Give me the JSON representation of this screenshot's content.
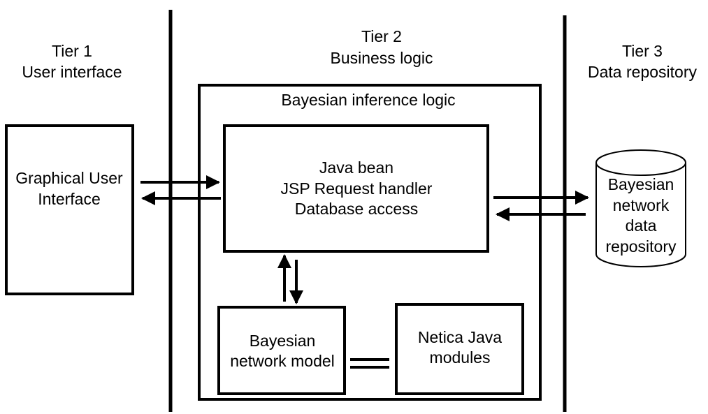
{
  "tiers": {
    "tier1": {
      "title": "Tier 1",
      "subtitle": "User interface"
    },
    "tier2": {
      "title": "Tier 2",
      "subtitle": "Business logic"
    },
    "tier3": {
      "title": "Tier 3",
      "subtitle": "Data repository"
    }
  },
  "gui": {
    "line1": "Graphical User",
    "line2": "Interface"
  },
  "inference": {
    "title": "Bayesian inference logic"
  },
  "java_bean": {
    "line1": "Java bean",
    "line2": "JSP Request handler",
    "line3": "Database access"
  },
  "bn_model": {
    "line1": "Bayesian",
    "line2": "network model"
  },
  "netica": {
    "line1": "Netica Java",
    "line2": "modules"
  },
  "repository": {
    "line1": "Bayesian",
    "line2": "network",
    "line3": "data",
    "line4": "repository"
  }
}
